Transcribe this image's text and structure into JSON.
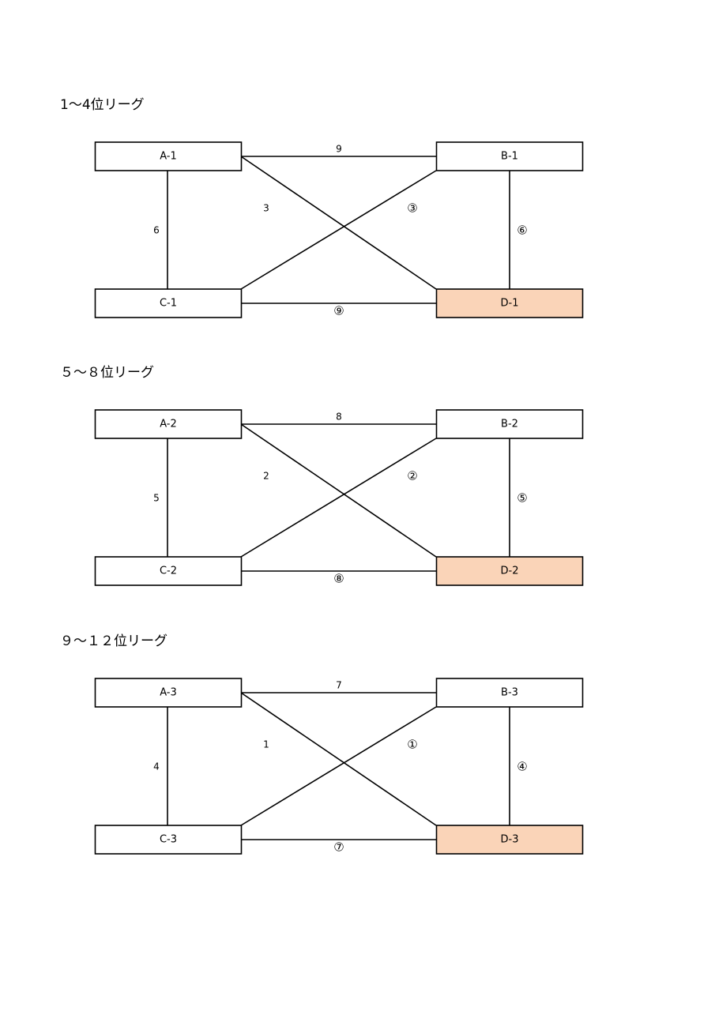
{
  "colors": {
    "box_fill": "#ffffff",
    "highlight_fill": "#fad4b8",
    "stroke": "#000000"
  },
  "leagues": [
    {
      "title": "1～4位リーグ",
      "teams": {
        "a": "A-1",
        "b": "B-1",
        "c": "C-1",
        "d": "D-1"
      },
      "highlight": "d",
      "matches": {
        "ab": "9",
        "ac": "6",
        "ad": "3",
        "bc": "③",
        "bd": "⑥",
        "cd": "⑨"
      }
    },
    {
      "title": "５～８位リーグ",
      "teams": {
        "a": "A-2",
        "b": "B-2",
        "c": "C-2",
        "d": "D-2"
      },
      "highlight": "d",
      "matches": {
        "ab": "8",
        "ac": "5",
        "ad": "2",
        "bc": "②",
        "bd": "⑤",
        "cd": "⑧"
      }
    },
    {
      "title": "９～１２位リーグ",
      "teams": {
        "a": "A-3",
        "b": "B-3",
        "c": "C-3",
        "d": "D-3"
      },
      "highlight": "d",
      "matches": {
        "ab": "7",
        "ac": "4",
        "ad": "1",
        "bc": "①",
        "bd": "④",
        "cd": "⑦"
      }
    }
  ]
}
